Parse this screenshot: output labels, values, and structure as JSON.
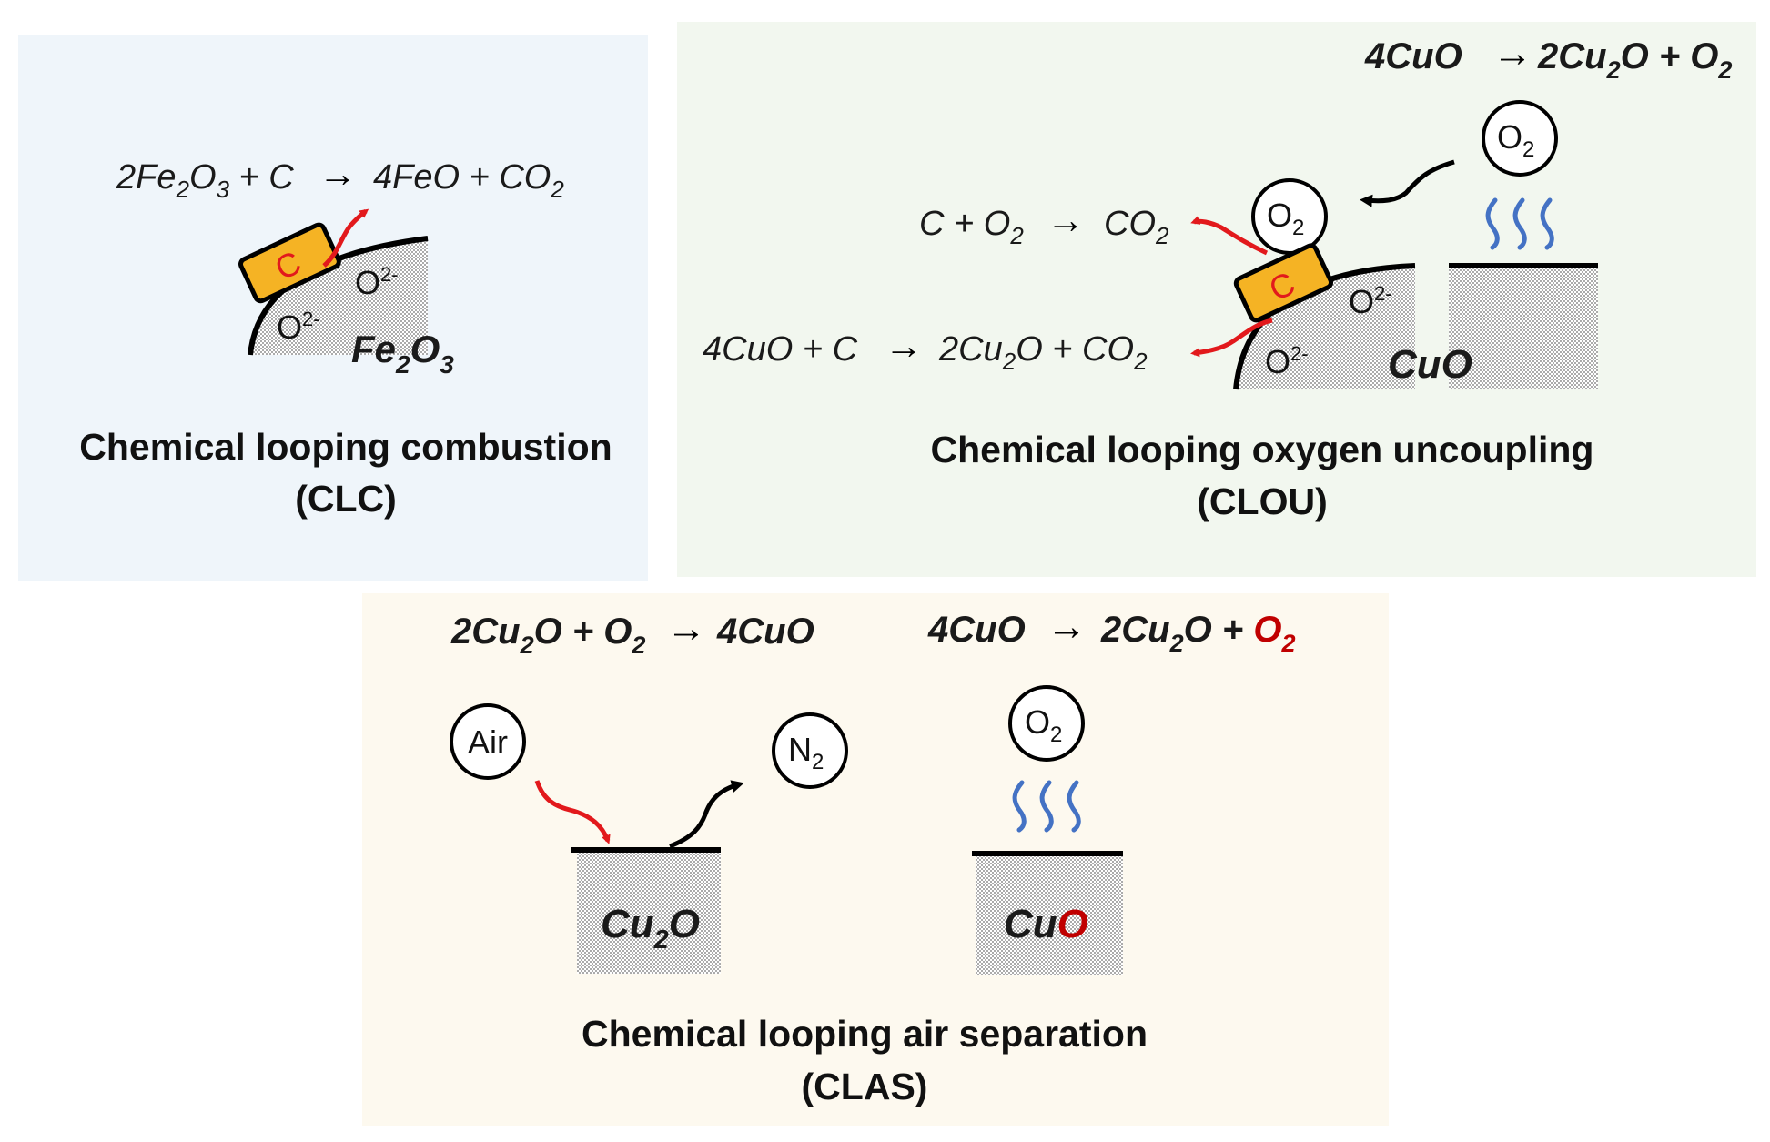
{
  "colors": {
    "clc_bg": "#eff5fa",
    "clou_bg": "#f2f7ef",
    "clas_bg": "#fdf9ef",
    "carbon_fill": "#f5b324",
    "red_arrow": "#e2191c",
    "heat_wave": "#4472c4",
    "red_text": "#c00000"
  },
  "clc": {
    "eq_a": "2Fe",
    "eq_a_sub1": "2",
    "eq_a_mid": "O",
    "eq_a_sub2": "3",
    "eq_a_rest": " + C",
    "arrow": "→",
    "eq_b": "4FeO + CO",
    "eq_b_sub": "2",
    "carbon": "C",
    "ion1": "O",
    "ion1_sup": "2-",
    "ion2": "O",
    "ion2_sup": "2-",
    "solid": "Fe",
    "solid_sub1": "2",
    "solid_mid": "O",
    "solid_sub2": "3",
    "title": "Chemical looping combustion",
    "abbr": "(CLC)"
  },
  "clou": {
    "top_eq_a": "4CuO",
    "top_arrow": "→",
    "top_eq_b": "2Cu",
    "top_eq_b_sub": "2",
    "top_eq_b_rest": "O + O",
    "top_eq_b_sub2": "2",
    "eq1_a": "C + O",
    "eq1_a_sub": "2",
    "eq1_arrow": "→",
    "eq1_b": "CO",
    "eq1_b_sub": "2",
    "eq2_a": "4CuO + C",
    "eq2_arrow": "→",
    "eq2_b": "2Cu",
    "eq2_b_sub": "2",
    "eq2_b_rest": "O + CO",
    "eq2_b_sub2": "2",
    "o2_bubble": "O",
    "o2_bubble_sub": "2",
    "o2_bubble2": "O",
    "o2_bubble2_sub": "2",
    "carbon": "C",
    "ion1": "O",
    "ion1_sup": "2-",
    "ion2": "O",
    "ion2_sup": "2-",
    "solid": "CuO",
    "title": "Chemical looping oxygen uncoupling",
    "abbr": "(CLOU)"
  },
  "clas": {
    "eq1_a": "2Cu",
    "eq1_a_sub": "2",
    "eq1_a_rest": "O + O",
    "eq1_a_sub2": "2",
    "eq1_arrow": "→",
    "eq1_b": "4CuO",
    "eq2_a": "4CuO",
    "eq2_arrow": "→",
    "eq2_b": "2Cu",
    "eq2_b_sub": "2",
    "eq2_b_rest": "O + ",
    "eq2_o2": "O",
    "eq2_o2_sub": "2",
    "air_bubble": "Air",
    "n2_bubble": "N",
    "n2_bubble_sub": "2",
    "o2_bubble": "O",
    "o2_bubble_sub": "2",
    "solid1": "Cu",
    "solid1_sub": "2",
    "solid1_rest": "O",
    "solid2_a": "Cu",
    "solid2_b": "O",
    "title": "Chemical looping air separation",
    "abbr": "(CLAS)"
  }
}
